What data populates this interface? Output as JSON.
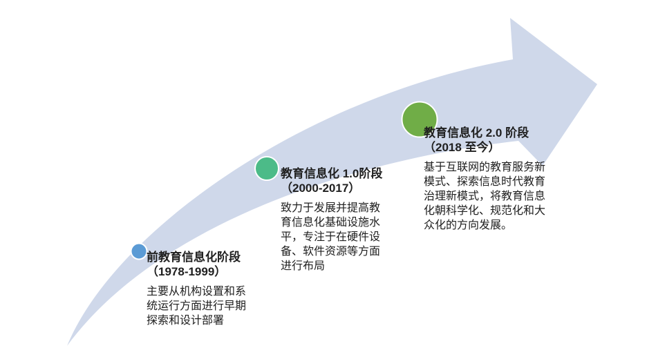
{
  "figure": {
    "type": "timeline-growth-arrow",
    "background_color": "#ffffff",
    "arrow_color": "#CFD8EA",
    "text_color": "#202020"
  },
  "milestones": [
    {
      "title": "前教育信息化阶段",
      "period": "（1978-1999）",
      "description": "主要从机构设置和系\n统运行方面进行早期\n探索和设计部署",
      "dot_color": "#5B9BD5"
    },
    {
      "title": "教育信息化 1.0阶段",
      "period": "（2000-2017）",
      "description": "致力于发展并提高教\n育信息化基础设施水\n平，专注于在硬件设\n备、软件资源等方面\n进行布局",
      "dot_color": "#4CBB88"
    },
    {
      "title": "教育信息化 2.0 阶段",
      "period": "（2018 至今）",
      "description": "基于互联网的教育服务新\n模式、探索信息时代教育\n治理新模式，将教育信息\n化朝科学化、规范化和大\n众化的方向发展。",
      "dot_color": "#70AD47"
    }
  ]
}
